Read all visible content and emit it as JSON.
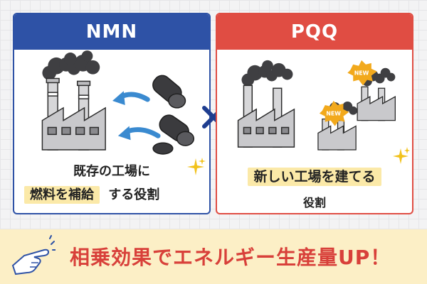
{
  "left_panel": {
    "title": "NMN",
    "line1": "既存の工場に",
    "highlight": "燃料を補給",
    "line2_rest": "する役割"
  },
  "right_panel": {
    "title": "PQQ",
    "highlight": "新しい工場を建てる",
    "line2": "役割",
    "badge_new_1": "NEW",
    "badge_new_2": "NEW"
  },
  "bottom_banner": {
    "text": "相乗効果でエネルギー生産量UP！"
  },
  "colors": {
    "nmn_blue": "#2e52a6",
    "pqq_red": "#e04d43",
    "highlight_yellow": "#fbe9a8",
    "banner_bg": "#fcefc6",
    "banner_text": "#d8403a"
  },
  "icons": {
    "cross": "cross-icon",
    "factory": "factory-icon",
    "fuel": "fuel-log-icon",
    "arrow": "arrow-icon",
    "sparkle": "sparkle-icon",
    "pointing_hand": "pointing-hand-icon"
  }
}
